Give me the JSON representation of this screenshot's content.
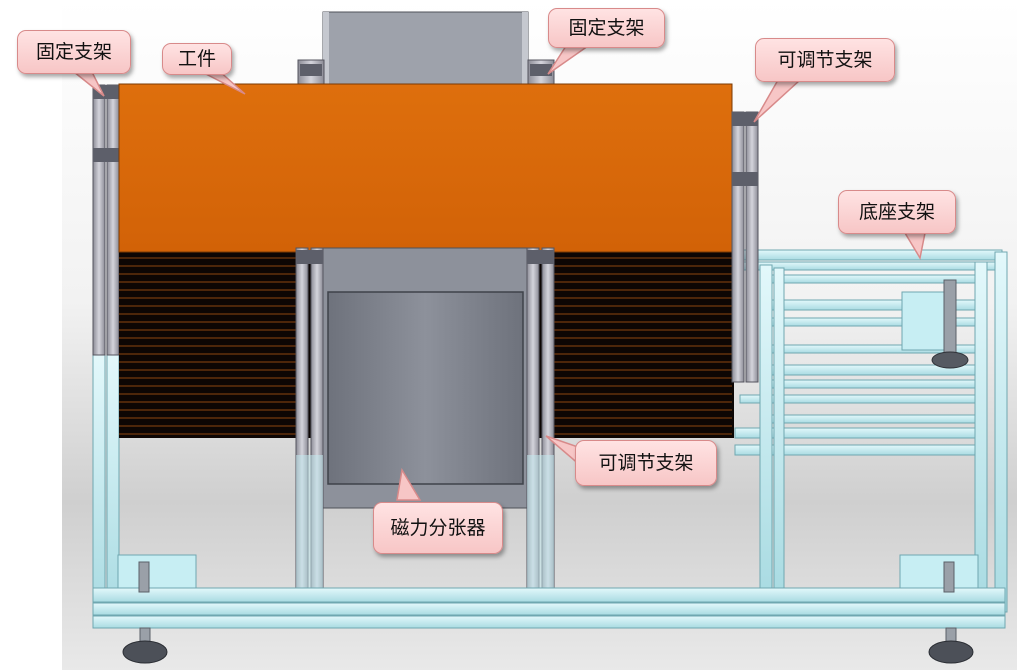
{
  "labels": {
    "fixed_bracket_left": "固定支架",
    "workpiece": "工件",
    "fixed_bracket_top": "固定支架",
    "adjustable_bracket_right": "可调节支架",
    "base_bracket": "底座支架",
    "adjustable_bracket_center": "可调节支架",
    "magnetic_separator": "磁力分张器"
  },
  "colors": {
    "workpiece": "#d96a0a",
    "frame": "#bfe9ee",
    "post": "#b9b9c3",
    "separator": "#7a7e89",
    "sheet_dark": "#0d0604",
    "sheet_line": "#b85a14",
    "callout_fill": "#f9cccc"
  }
}
